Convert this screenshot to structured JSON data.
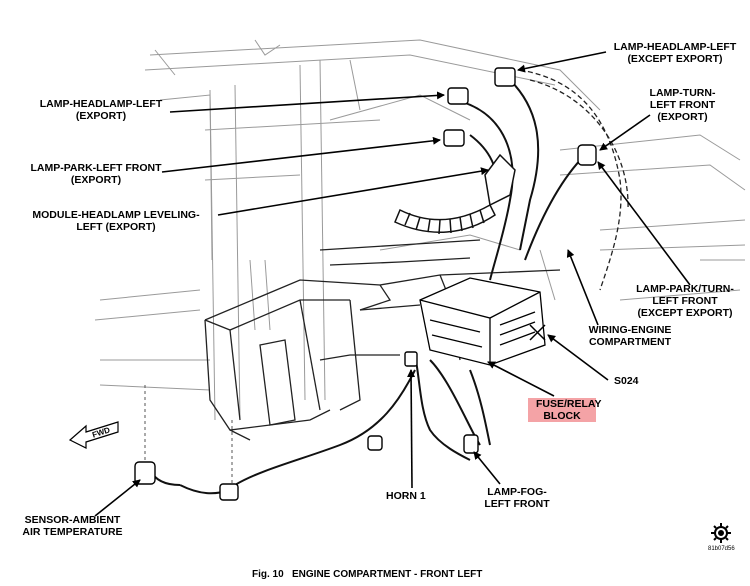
{
  "labels": {
    "headlamp_left_except_export": "LAMP-HEADLAMP-LEFT\n(EXCEPT EXPORT)",
    "headlamp_left_export": "LAMP-HEADLAMP-LEFT\n(EXPORT)",
    "turn_left_front_export": "LAMP-TURN-\nLEFT FRONT\n(EXPORT)",
    "park_left_front_export": "LAMP-PARK-LEFT FRONT\n(EXPORT)",
    "module_headlamp_leveling": "MODULE-HEADLAMP LEVELING-\nLEFT (EXPORT)",
    "park_turn_left_front_except_export": "LAMP-PARK/TURN-\nLEFT FRONT\n(EXCEPT EXPORT)",
    "wiring_engine_compartment": "WIRING-ENGINE\nCOMPARTMENT",
    "s024": "S024",
    "fuse_relay_block": "FUSE/RELAY\nBLOCK",
    "sensor_ambient_air_temperature": "SENSOR-AMBIENT\nAIR TEMPERATURE",
    "horn_1": "HORN 1",
    "lamp_fog_left_front": "LAMP-FOG-\nLEFT FRONT",
    "fwd": "FWD"
  },
  "caption": "Fig. 10   ENGINE COMPARTMENT - FRONT LEFT",
  "drawing_code": "81b07d56",
  "colors": {
    "highlight": "#f4a3a6",
    "ink": "#000000",
    "sketch": "#8a8a8a"
  }
}
